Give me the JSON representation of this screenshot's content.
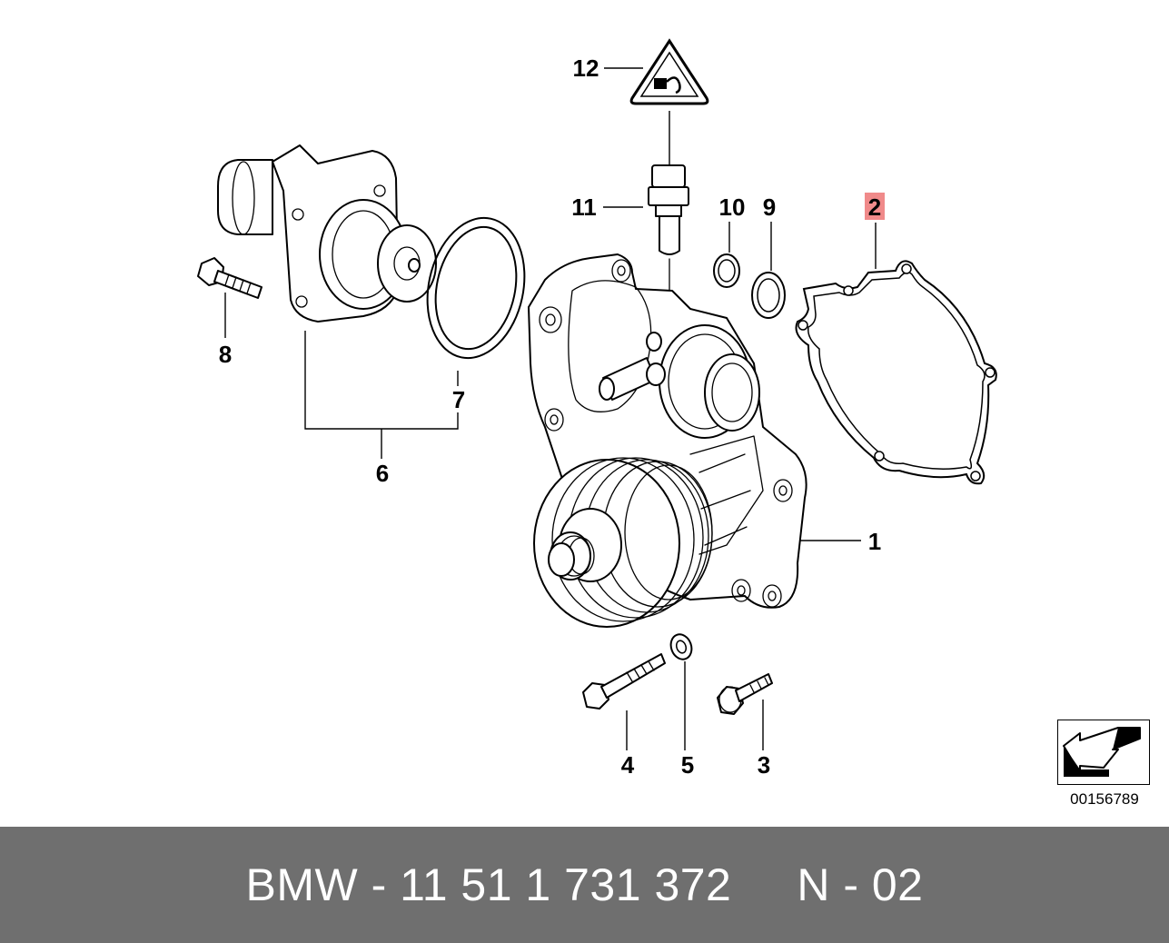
{
  "colors": {
    "highlight": "#f08a8a",
    "footer_bg": "#6f6f6f",
    "footer_text": "#ffffff",
    "line": "#000000"
  },
  "callouts": {
    "c1": "1",
    "c2": "2",
    "c3": "3",
    "c4": "4",
    "c5": "5",
    "c6": "6",
    "c7": "7",
    "c8": "8",
    "c9": "9",
    "c10": "10",
    "c11": "11",
    "c12": "12"
  },
  "highlighted_part": "2",
  "diagram_number": "00156789",
  "footer": {
    "text": "BMW - 11 51 1 731 372     N - 02"
  },
  "icons": {
    "warning": "warning-triangle-sensor-icon",
    "orientation": "direction-arrow-icon"
  }
}
